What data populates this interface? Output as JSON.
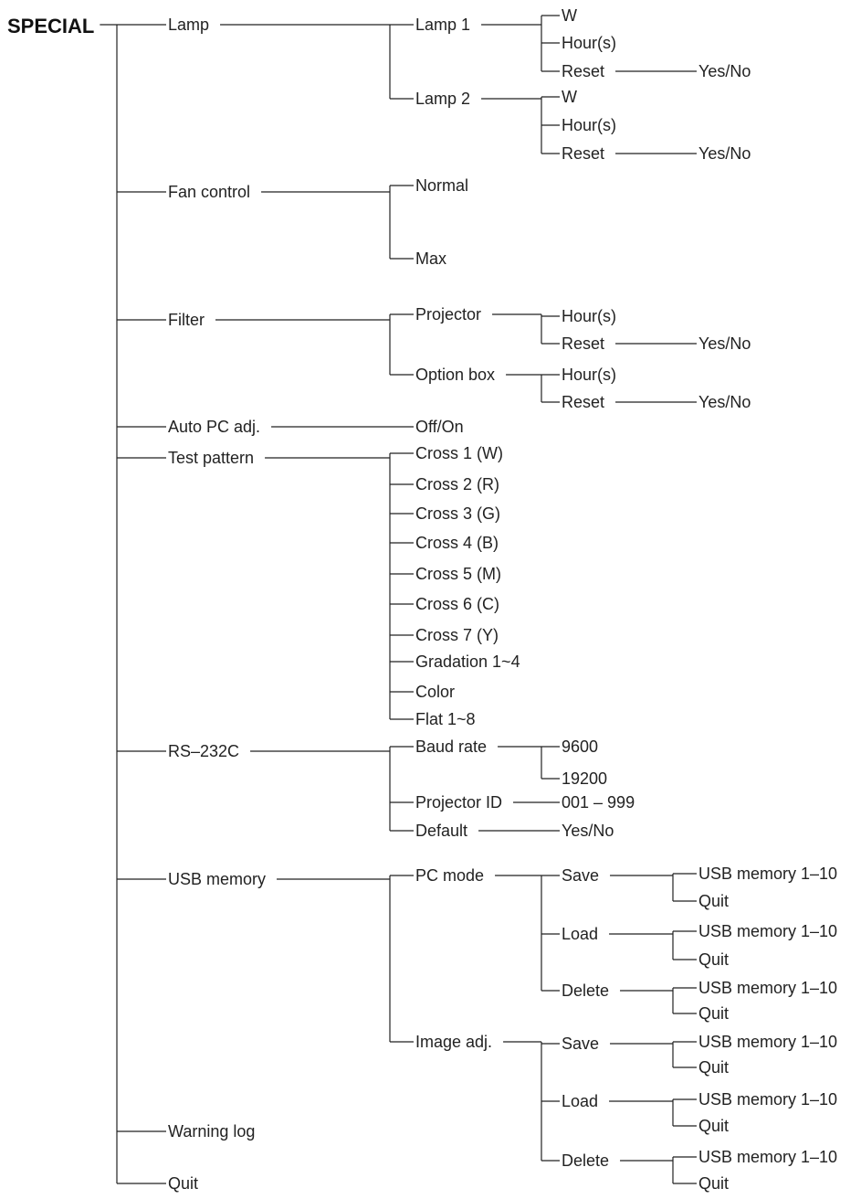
{
  "root": {
    "label": "SPECIAL"
  },
  "menu": [
    {
      "label": "Lamp",
      "children": [
        {
          "label": "Lamp 1",
          "children": [
            {
              "label": "W"
            },
            {
              "label": "Hour(s)"
            },
            {
              "label": "Reset",
              "children": [
                {
                  "label": "Yes/No"
                }
              ]
            }
          ]
        },
        {
          "label": "Lamp 2",
          "children": [
            {
              "label": "W"
            },
            {
              "label": "Hour(s)"
            },
            {
              "label": "Reset",
              "children": [
                {
                  "label": "Yes/No"
                }
              ]
            }
          ]
        }
      ]
    },
    {
      "label": "Fan control",
      "children": [
        {
          "label": "Normal"
        },
        {
          "label": "Max"
        }
      ]
    },
    {
      "label": "Filter",
      "children": [
        {
          "label": "Projector",
          "children": [
            {
              "label": "Hour(s)"
            },
            {
              "label": "Reset",
              "children": [
                {
                  "label": "Yes/No"
                }
              ]
            }
          ]
        },
        {
          "label": "Option box",
          "children": [
            {
              "label": "Hour(s)"
            },
            {
              "label": "Reset",
              "children": [
                {
                  "label": "Yes/No"
                }
              ]
            }
          ]
        }
      ]
    },
    {
      "label": "Auto PC adj.",
      "children": [
        {
          "label": "Off/On"
        }
      ]
    },
    {
      "label": "Test pattern",
      "children": [
        {
          "label": "Cross 1 (W)"
        },
        {
          "label": "Cross 2 (R)"
        },
        {
          "label": "Cross 3 (G)"
        },
        {
          "label": "Cross 4 (B)"
        },
        {
          "label": "Cross 5 (M)"
        },
        {
          "label": "Cross 6 (C)"
        },
        {
          "label": "Cross 7 (Y)"
        },
        {
          "label": "Gradation 1~4"
        },
        {
          "label": "Color"
        },
        {
          "label": "Flat 1~8"
        }
      ]
    },
    {
      "label": "RS–232C",
      "children": [
        {
          "label": "Baud rate",
          "children": [
            {
              "label": "9600"
            },
            {
              "label": "19200"
            }
          ]
        },
        {
          "label": "Projector ID",
          "children": [
            {
              "label": "001 – 999"
            }
          ]
        },
        {
          "label": "Default",
          "children": [
            {
              "label": "Yes/No"
            }
          ]
        }
      ]
    },
    {
      "label": "USB memory",
      "children": [
        {
          "label": "PC mode",
          "children": [
            {
              "label": "Save",
              "children": [
                {
                  "label": "USB memory 1–10"
                },
                {
                  "label": "Quit"
                }
              ]
            },
            {
              "label": "Load",
              "children": [
                {
                  "label": "USB memory 1–10"
                },
                {
                  "label": "Quit"
                }
              ]
            },
            {
              "label": "Delete",
              "children": [
                {
                  "label": "USB memory 1–10"
                },
                {
                  "label": "Quit"
                }
              ]
            }
          ]
        },
        {
          "label": "Image adj.",
          "children": [
            {
              "label": "Save",
              "children": [
                {
                  "label": "USB memory 1–10"
                },
                {
                  "label": "Quit"
                }
              ]
            },
            {
              "label": "Load",
              "children": [
                {
                  "label": "USB memory 1–10"
                },
                {
                  "label": "Quit"
                }
              ]
            },
            {
              "label": "Delete",
              "children": [
                {
                  "label": "USB memory 1–10"
                },
                {
                  "label": "Quit"
                }
              ]
            }
          ]
        }
      ]
    },
    {
      "label": "Warning log"
    },
    {
      "label": "Quit"
    }
  ]
}
